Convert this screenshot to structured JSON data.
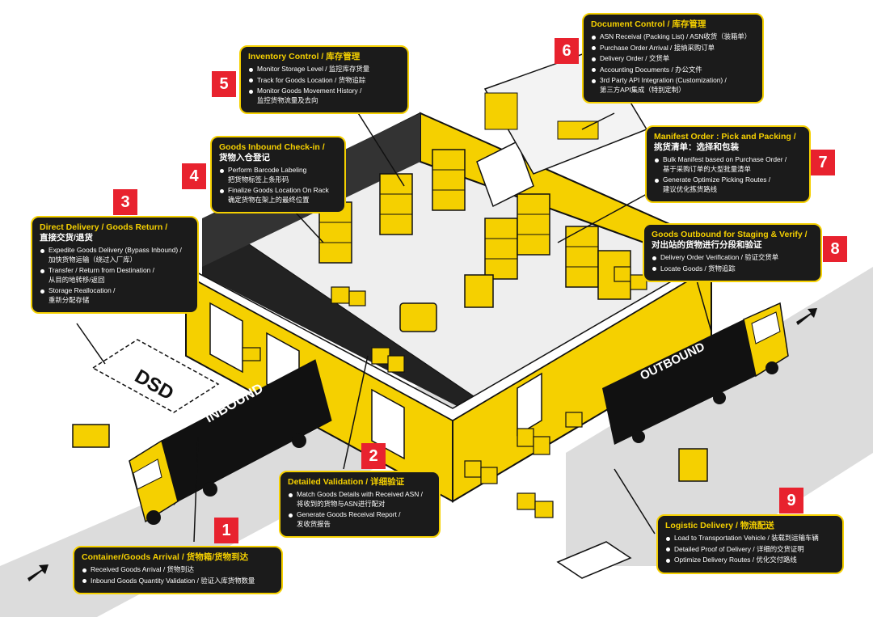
{
  "colors": {
    "accent": "#f5d000",
    "badge": "#e8222e",
    "dark": "#1b1b1b"
  },
  "labels": {
    "dsd": "DSD",
    "inbound": "INBOUND",
    "outbound": "OUTBOUND"
  },
  "steps": [
    {
      "number": "1",
      "title": "Container/Goods Arrival / 货物箱/货物到达",
      "items": [
        "Received Goods Arrival / 货物到达",
        "Inbound Goods Quantity Validation / 验证入库货物数量"
      ]
    },
    {
      "number": "2",
      "title": "Detailed Validation / 详细验证",
      "items": [
        {
          "en": "Match Goods Details with Received ASN /",
          "cn": "将收到的货物与ASN进行配对"
        },
        {
          "en": "Generate Goods Receival Report /",
          "cn": "发收货报告"
        }
      ]
    },
    {
      "number": "3",
      "title": "Direct Delivery / Goods Return /",
      "title_cn": "直接交货/退货",
      "items": [
        {
          "en": "Expedite Goods Delivery (Bypass Inbound) /",
          "cn": "加快货物运输（绕过入厂库）"
        },
        {
          "en": "Transfer / Return from Destination /",
          "cn": "从目的地转移/返回"
        },
        {
          "en": "Storage Reallocation /",
          "cn": "重新分配存储"
        }
      ]
    },
    {
      "number": "4",
      "title": "Goods Inbound Check-in /",
      "title_cn": "货物入仓登记",
      "items": [
        {
          "en": "Perform Barcode Labeling",
          "cn": "把货物标签上条形码"
        },
        {
          "en": "Finalize Goods Location On Rack",
          "cn": "确定货物在架上的最终位置"
        }
      ]
    },
    {
      "number": "5",
      "title": "Inventory Control / 库存管理",
      "items": [
        {
          "en": "Monitor Storage Level / 监控库存货量",
          "cn": ""
        },
        {
          "en": "Track for Goods Location / 货物追踪",
          "cn": ""
        },
        {
          "en": "Monitor Goods Movement History /",
          "cn": "监控货物流量及去向"
        }
      ]
    },
    {
      "number": "6",
      "title": "Document Control / 库存管理",
      "items": [
        {
          "en": "ASN Receival (Packing List) / ASN收货（装箱单）",
          "cn": ""
        },
        {
          "en": "Purchase Order Arrival / 接纳采购订单",
          "cn": ""
        },
        {
          "en": "Delivery Order / 交货单",
          "cn": ""
        },
        {
          "en": "Accounting Documents / 办公文件",
          "cn": ""
        },
        {
          "en": "3rd Party API Integration (Customization) /",
          "cn": "第三方API集成（特别定制）"
        }
      ]
    },
    {
      "number": "7",
      "title": "Manifest Order : Pick and Packing /",
      "title_cn": "挑货清单：选择和包装",
      "items": [
        {
          "en": "Bulk Manifest based on Purchase Order /",
          "cn": "基于采购订单的大型批量清单"
        },
        {
          "en": "Generate Optimize Picking Routes /",
          "cn": "建议优化拣货路线"
        }
      ]
    },
    {
      "number": "8",
      "title": "Goods Outbound for Staging & Verify /",
      "title_cn": "对出站的货物进行分段和验证",
      "items": [
        {
          "en": "Delivery Order Verification / 验证交货单",
          "cn": ""
        },
        {
          "en": "Locate Goods / 货物追踪",
          "cn": ""
        }
      ]
    },
    {
      "number": "9",
      "title": "Logistic Delivery / 物流配送",
      "items": [
        {
          "en": "Load to Transportation Vehicle / 装载到运输车辆",
          "cn": ""
        },
        {
          "en": "Detailed Proof of Delivery / 详细的交货证明",
          "cn": ""
        },
        {
          "en": "Optimize Delivery Routes / 优化交付路线",
          "cn": ""
        }
      ]
    }
  ]
}
